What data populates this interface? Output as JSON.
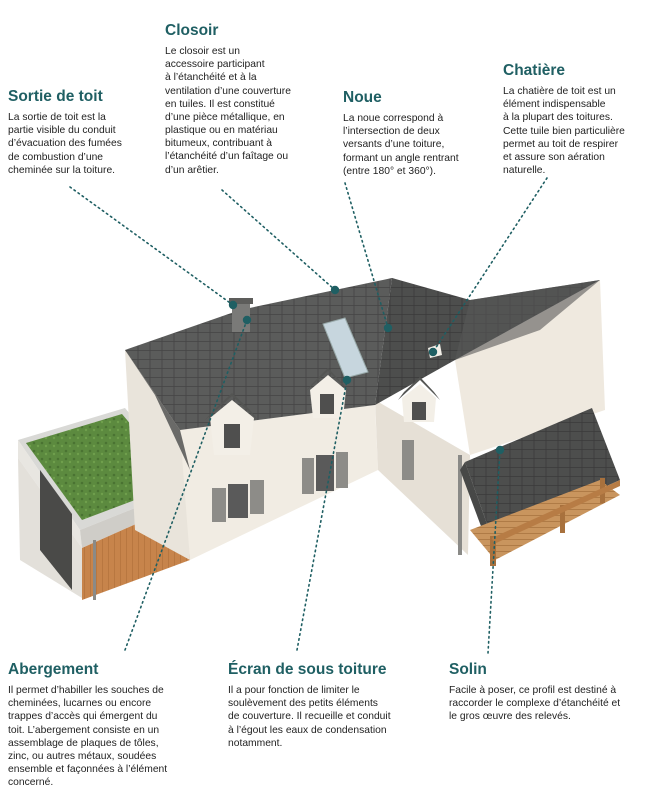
{
  "accent_color": "#1f5f63",
  "callouts": {
    "sortie_de_toit": {
      "title": "Sortie de toit",
      "text": "La sortie de toit est la\npartie visible du conduit\nd’évacuation des fumées\nde combustion d’une\ncheminée sur la toiture."
    },
    "closoir": {
      "title": "Closoir",
      "text": "Le closoir est un\naccessoire participant\nà l’étanchéité et à la\nventilation d’une couverture\nen tuiles. Il est constitué\nd’une pièce métallique, en\nplastique ou en matériau\nbitumeux, contribuant à\nl’étanchéité d’un faîtage ou\nd’un arêtier."
    },
    "noue": {
      "title": "Noue",
      "text": "La noue correspond à\nl’intersection de deux\nversants d’une toiture,\nformant un angle rentrant\n(entre 180° et 360°)."
    },
    "chatiere": {
      "title": "Chatière",
      "text": "La chatière de toit est un\nélément indispensable\nà la plupart des toitures.\nCette tuile bien particulière\npermet au toit de respirer\net assure son aération\nnaturelle."
    },
    "abergement": {
      "title": "Abergement",
      "text": "Il permet d’habiller les souches de\ncheminées, lucarnes ou encore\ntrappes d’accès qui émergent du\ntoit. L’abergement consiste en un\nassemblage de plaques de tôles,\nzinc, ou autres métaux, soudées\nensemble et façonnées à l’élément\nconcerné."
    },
    "ecran_sous_toiture": {
      "title": "Écran de sous toiture",
      "text": "Il a pour fonction de limiter le\nsoulèvement des petits éléments\nde couverture. Il recueille et conduit\nà l’égout les eaux de condensation\nnotamment."
    },
    "solin": {
      "title": "Solin",
      "text": "Facile à poser, ce profil est destiné à\nraccorder le complexe d’étanchéité et\nle gros œuvre des relevés."
    }
  }
}
